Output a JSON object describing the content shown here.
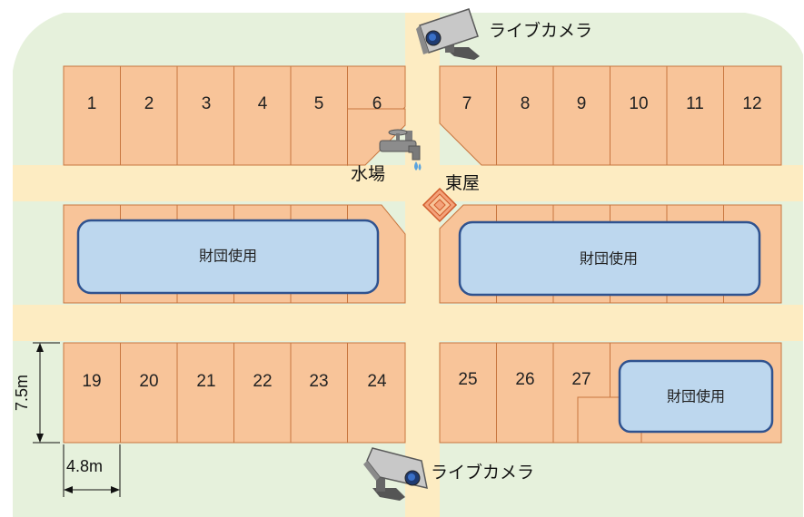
{
  "colors": {
    "grass": "#e6f1dc",
    "path": "#fdecc2",
    "plot_fill": "#f8c499",
    "plot_border": "#c8763f",
    "zone_fill": "#bdd7ee",
    "zone_border": "#2f528f"
  },
  "plots_top_left": [
    "1",
    "2",
    "3",
    "4",
    "5",
    "6"
  ],
  "plots_top_right": [
    "7",
    "8",
    "9",
    "10",
    "11",
    "12"
  ],
  "plots_bottom_left": [
    "19",
    "20",
    "21",
    "22",
    "23",
    "24"
  ],
  "plots_bottom_right": [
    "25",
    "26",
    "27"
  ],
  "zones": {
    "middle_left": "財団使用",
    "middle_right": "財団使用",
    "bottom_right": "財団使用"
  },
  "labels": {
    "camera_top": "ライブカメラ",
    "camera_bottom": "ライブカメラ",
    "water": "水場",
    "gazebo": "東屋"
  },
  "dimensions": {
    "height": "7.5m",
    "width": "4.8m"
  },
  "icons": [
    "camera-icon",
    "faucet-icon",
    "gazebo-icon"
  ]
}
